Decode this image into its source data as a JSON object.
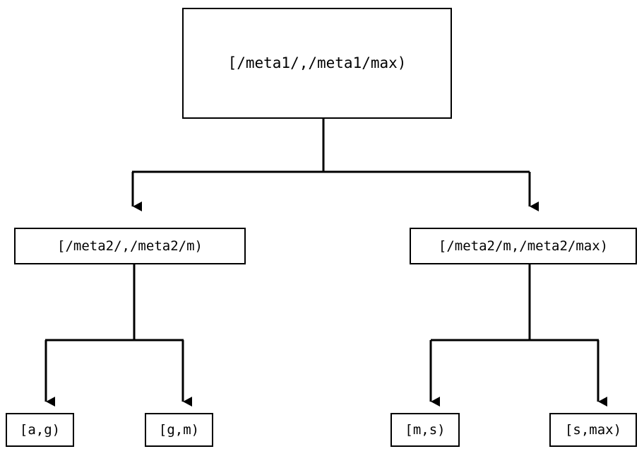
{
  "diagram": {
    "type": "binary-interval-tree",
    "background_color": "#ffffff",
    "stroke_color": "#000000",
    "levels": 3,
    "nodes": {
      "root": {
        "label": "[/meta1/,/meta1/max)"
      },
      "mid_left": {
        "label": "[/meta2/,/meta2/m)"
      },
      "mid_right": {
        "label": "[/meta2/m,/meta2/max)"
      },
      "leaf_1": {
        "label": "[a,g)"
      },
      "leaf_2": {
        "label": "[g,m)"
      },
      "leaf_3": {
        "label": "[m,s)"
      },
      "leaf_4": {
        "label": "[s,max)"
      }
    },
    "edges": [
      {
        "from": "root",
        "to": "mid_left",
        "arrowhead": "filled-triangle-down"
      },
      {
        "from": "root",
        "to": "mid_right",
        "arrowhead": "filled-triangle-down"
      },
      {
        "from": "mid_left",
        "to": "leaf_1",
        "arrowhead": "filled-triangle-down"
      },
      {
        "from": "mid_left",
        "to": "leaf_2",
        "arrowhead": "filled-triangle-down"
      },
      {
        "from": "mid_right",
        "to": "leaf_3",
        "arrowhead": "filled-triangle-down"
      },
      {
        "from": "mid_right",
        "to": "leaf_4",
        "arrowhead": "filled-triangle-down"
      }
    ]
  }
}
